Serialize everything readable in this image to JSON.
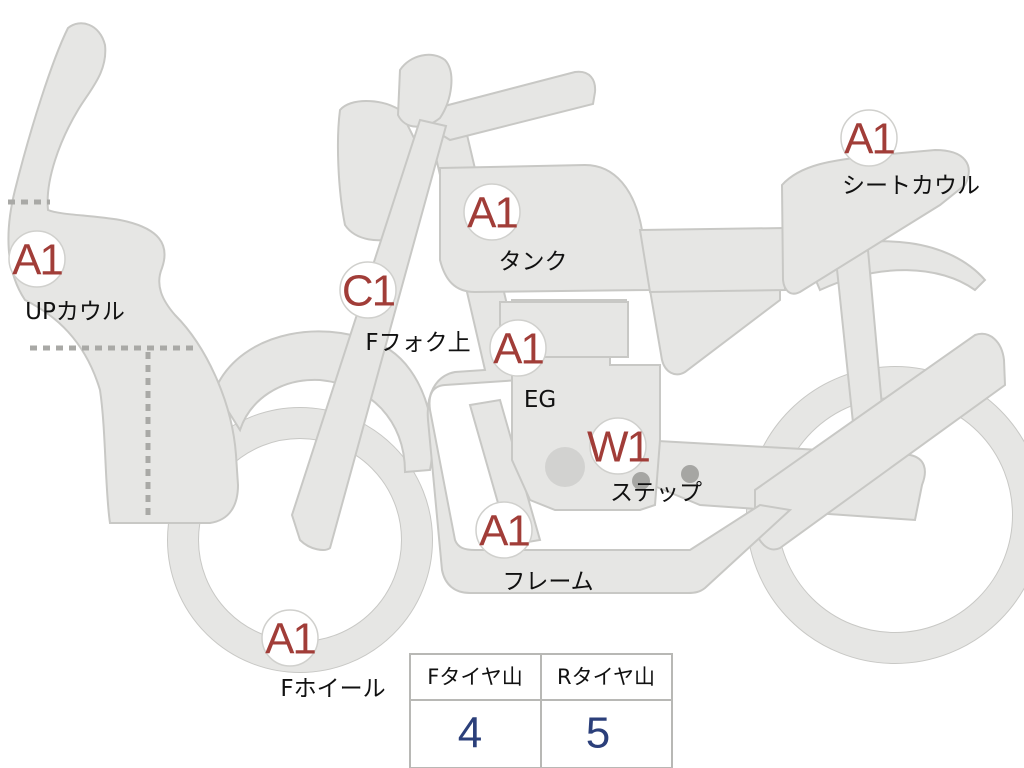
{
  "parts": [
    {
      "id": "up-cowl",
      "grade": "A1",
      "label": "UPカウル"
    },
    {
      "id": "f-fork",
      "grade": "C1",
      "label": "Fフォク上"
    },
    {
      "id": "tank",
      "grade": "A1",
      "label": "タンク"
    },
    {
      "id": "seat-cowl",
      "grade": "A1",
      "label": "シートカウル"
    },
    {
      "id": "engine",
      "grade": "A1",
      "label": "EG"
    },
    {
      "id": "step",
      "grade": "W1",
      "label": "ステップ"
    },
    {
      "id": "frame",
      "grade": "A1",
      "label": "フレーム"
    },
    {
      "id": "f-wheel",
      "grade": "A1",
      "label": "Fホイール"
    }
  ],
  "tire_table": {
    "front_header": "Fタイヤ山",
    "rear_header": "Rタイヤ山",
    "front_value": "4",
    "rear_value": "5"
  },
  "colors": {
    "body": "#e6e6e4",
    "grade_text": "#a13d38",
    "value_text": "#2b3f7a"
  }
}
